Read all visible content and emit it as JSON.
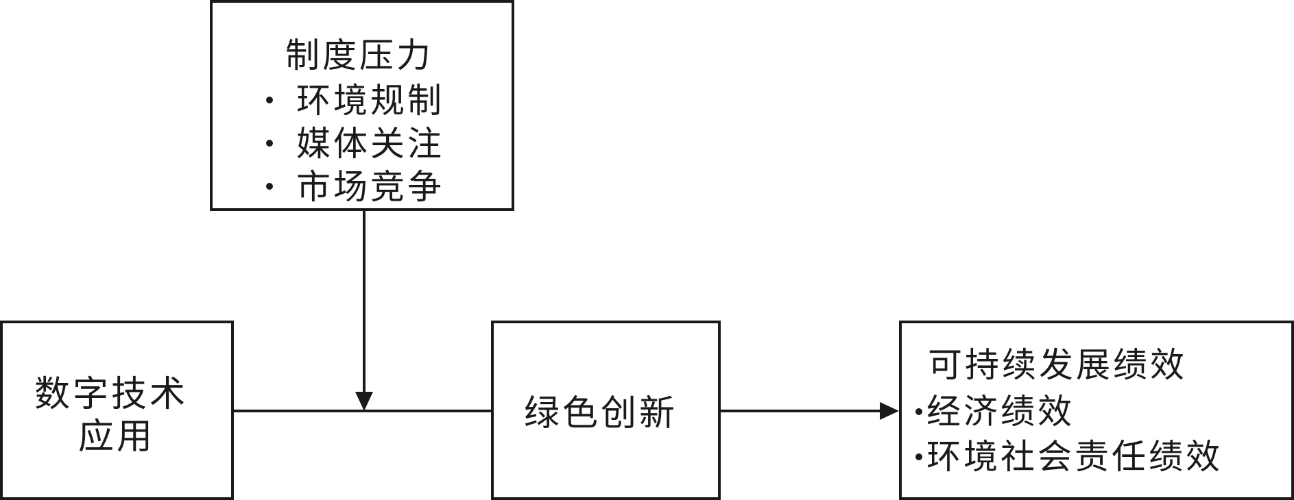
{
  "diagram": {
    "institutional_pressure": {
      "title": "制度压力",
      "items": [
        "环境规制",
        "媒体关注",
        "市场竞争"
      ]
    },
    "digital_tech": {
      "line1": "数字技术",
      "line2": "应用"
    },
    "green_innovation": {
      "label": "绿色创新"
    },
    "sustainable_performance": {
      "title": "可持续发展绩效",
      "items": [
        "经济绩效",
        "环境社会责任绩效"
      ]
    },
    "colors": {
      "stroke": "#1a1a1a",
      "background": "#ffffff"
    }
  }
}
